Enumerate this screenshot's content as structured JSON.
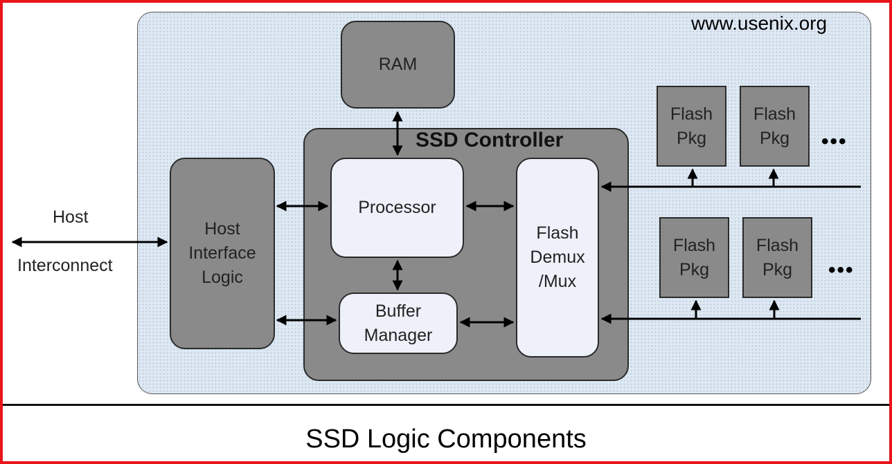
{
  "watermark": "www.usenix.org",
  "caption": "SSD Logic Components",
  "host": {
    "label_top": "Host",
    "label_bottom": "Interconnect"
  },
  "ram": {
    "label": "RAM"
  },
  "controller": {
    "title": "SSD Controller"
  },
  "host_interface": {
    "line1": "Host",
    "line2": "Interface",
    "line3": "Logic"
  },
  "processor": {
    "label": "Processor"
  },
  "buffer_manager": {
    "line1": "Buffer",
    "line2": "Manager"
  },
  "flash_demux": {
    "line1": "Flash",
    "line2": "Demux",
    "line3": "/Mux"
  },
  "flash_packages": [
    {
      "line1": "Flash",
      "line2": "Pkg"
    },
    {
      "line1": "Flash",
      "line2": "Pkg"
    },
    {
      "line1": "Flash",
      "line2": "Pkg"
    },
    {
      "line1": "Flash",
      "line2": "Pkg"
    }
  ],
  "ellipsis": "•••",
  "colors": {
    "border": "#e8141a",
    "board": "#dde8f3",
    "component_dark": "#8a8a8a",
    "component_light": "#eef1fa"
  }
}
